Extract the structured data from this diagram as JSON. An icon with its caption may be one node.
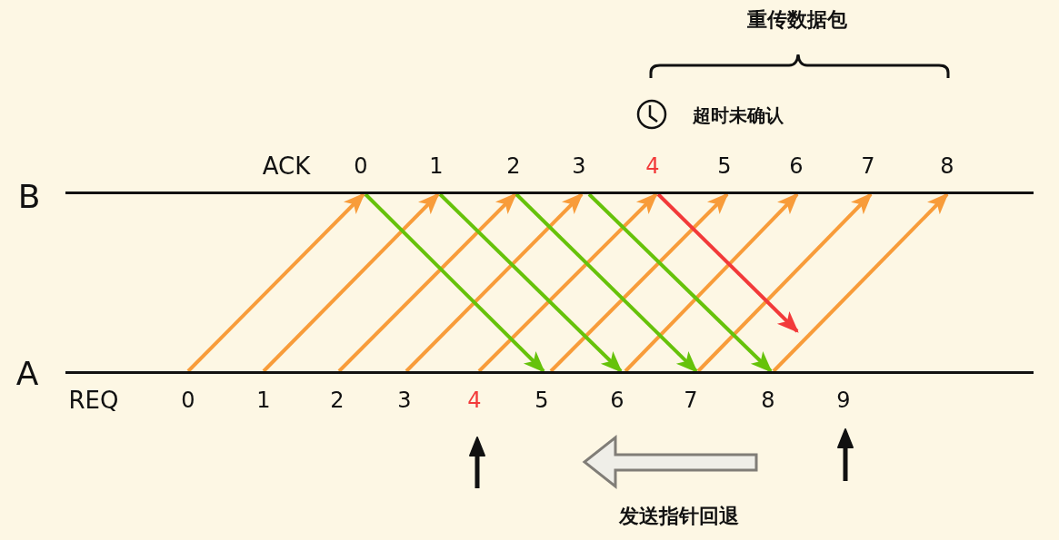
{
  "diagram": {
    "nodes": [
      {
        "text": [],
        "shape": "line"
      },
      {
        "text": [],
        "shape": "line"
      }
    ],
    "edges": [
      {
        "from": 1,
        "to": 0,
        "arrow": "to"
      },
      {
        "from": 1,
        "to": 0,
        "arrow": "to"
      },
      {
        "from": 1,
        "to": 0,
        "arrow": "to"
      },
      {
        "from": 1,
        "to": 0,
        "arrow": "to"
      },
      {
        "from": 1,
        "to": 0,
        "arrow": "to"
      },
      {
        "from": 1,
        "to": 0,
        "arrow": "to"
      },
      {
        "from": 1,
        "to": 0,
        "arrow": "to"
      },
      {
        "from": 1,
        "to": 0,
        "arrow": "to"
      },
      {
        "from": 1,
        "to": 0,
        "arrow": "to"
      },
      {
        "from": 0,
        "to": 1,
        "arrow": "to",
        "color": "#66c20a"
      },
      {
        "from": 0,
        "to": 1,
        "arrow": "to",
        "color": "#66c20a"
      },
      {
        "from": 0,
        "to": 1,
        "arrow": "to",
        "color": "#66c20a"
      },
      {
        "from": 0,
        "to": 1,
        "arrow": "to",
        "color": "#66c20a"
      },
      {
        "from": 0,
        "to": null,
        "arrow": "to",
        "color": "#f23a3a"
      }
    ],
    "labels": [
      "重传数据包",
      "超时未确认",
      "ACK",
      "0",
      "1",
      "2",
      "3",
      "4",
      "5",
      "6",
      "7",
      "8",
      "B",
      "A",
      "REQ",
      "0",
      "1",
      "2",
      "3",
      "4",
      "5",
      "6",
      "7",
      "8",
      "9",
      "发送指针回退"
    ]
  }
}
